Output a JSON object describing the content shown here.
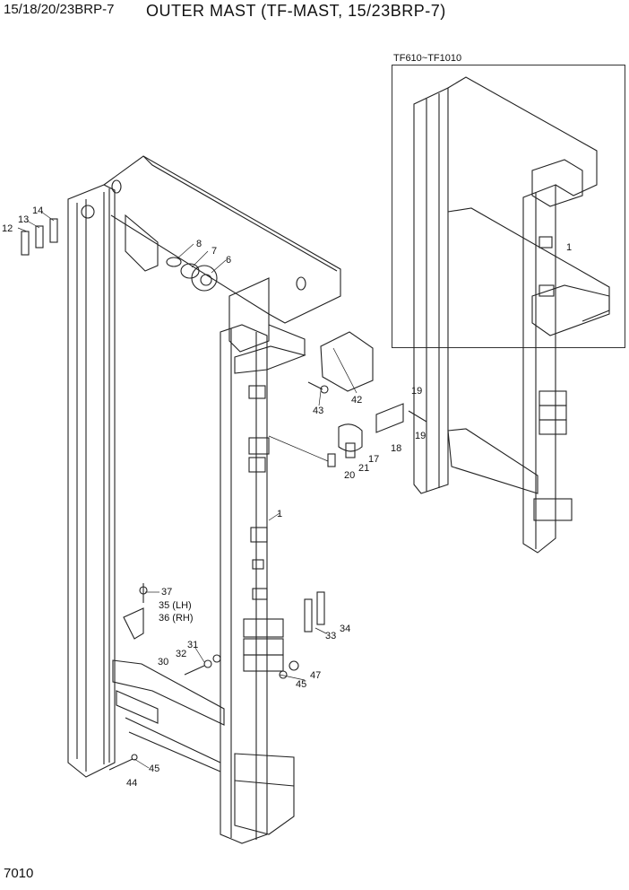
{
  "header": {
    "model": "15/18/20/23BRP-7",
    "title": "OUTER MAST (TF-MAST, 15/23BRP-7)"
  },
  "inset": {
    "label": "TF610~TF1010",
    "callout": "1"
  },
  "callouts": [
    "1",
    "6",
    "7",
    "8",
    "12",
    "13",
    "14",
    "17",
    "18",
    "19",
    "19",
    "20",
    "21",
    "30",
    "31",
    "32",
    "33",
    "34",
    "35 (LH)",
    "36 (RH)",
    "37",
    "42",
    "43",
    "44",
    "45",
    "45",
    "47"
  ],
  "page_number": "7010"
}
